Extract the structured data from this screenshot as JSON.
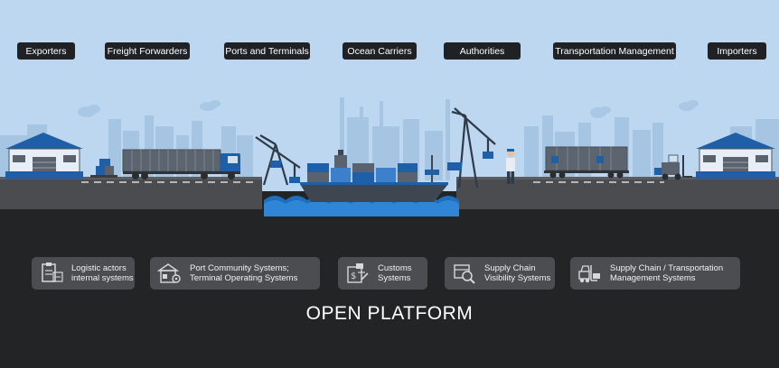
{
  "actors": [
    "Exporters",
    "Freight Forwarders",
    "Ports and Terminals",
    "Ocean Carriers",
    "Authorities",
    "Transportation Management",
    "Importers"
  ],
  "systems": [
    {
      "line1": "Logistic actors",
      "line2": "internal systems",
      "icon": "clipboard-icon"
    },
    {
      "line1": "Port Community Systems;",
      "line2": "Terminal Operating Systems",
      "icon": "warehouse-gear-icon"
    },
    {
      "line1": "Customs",
      "line2": "Systems",
      "icon": "customs-document-icon"
    },
    {
      "line1": "Supply Chain",
      "line2": "Visibility Systems",
      "icon": "magnifier-box-icon"
    },
    {
      "line1": "Supply Chain / Transportation",
      "line2": "Management Systems",
      "icon": "forklift-icon"
    }
  ],
  "platform_title": "OPEN PLATFORM",
  "colors": {
    "sky": "#bcd7ef",
    "skyline": "#a4c4e2",
    "accent_blue": "#1f5fa8",
    "ground": "#4a4c4f",
    "base": "#232426",
    "water": "#1e6fc0",
    "label_bg": "#1f2124",
    "system_box_bg": "#4b4d50"
  }
}
